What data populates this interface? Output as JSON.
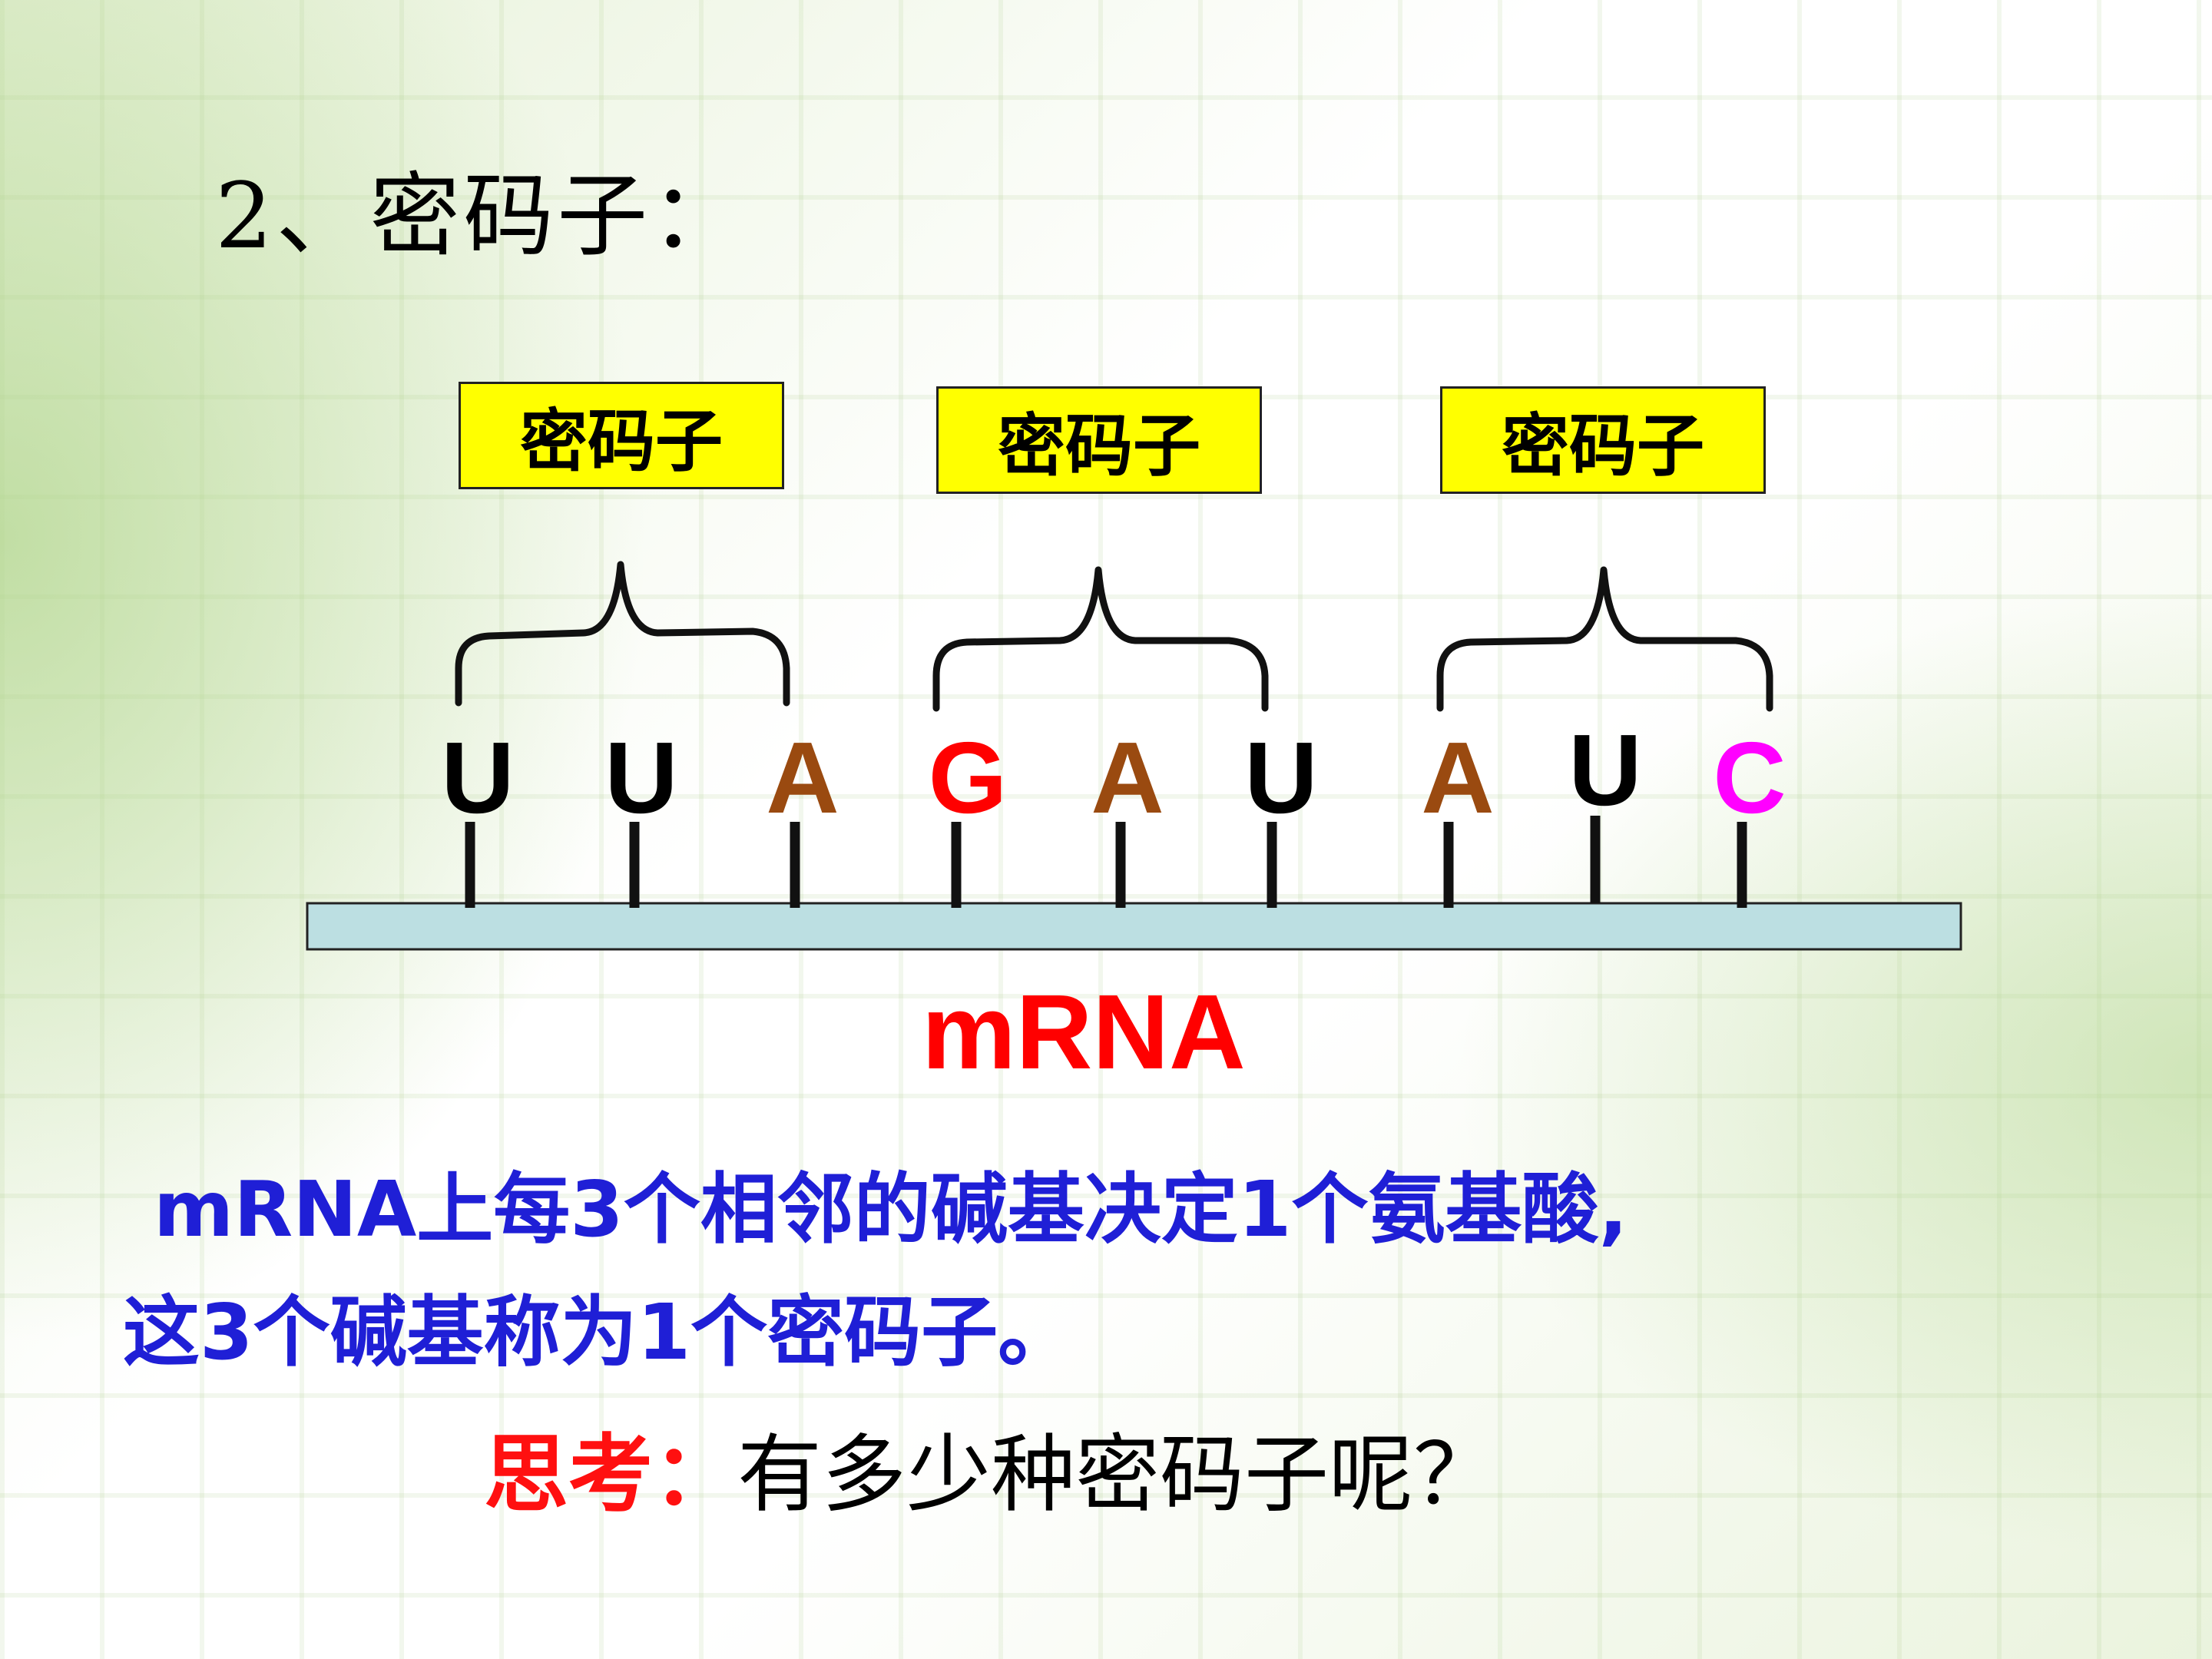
{
  "heading": "2、密码子：",
  "codon_labels": [
    "密码子",
    "密码子",
    "密码子"
  ],
  "bases": [
    {
      "letter": "U",
      "color": "#000000"
    },
    {
      "letter": "U",
      "color": "#000000"
    },
    {
      "letter": "A",
      "color": "#9a4a10"
    },
    {
      "letter": "G",
      "color": "#ff0000"
    },
    {
      "letter": "A",
      "color": "#9a4a10"
    },
    {
      "letter": "U",
      "color": "#000000"
    },
    {
      "letter": "A",
      "color": "#9a4a10"
    },
    {
      "letter": "U",
      "color": "#000000"
    },
    {
      "letter": "C",
      "color": "#ff00ff"
    }
  ],
  "strand_label": "mRNA",
  "description": {
    "line1": "mRNA上每3个相邻的碱基决定1个氨基酸,",
    "line2": "这3个碱基称为1个密码子。"
  },
  "question": {
    "prefix": "思考：",
    "text": "有多少种密码子呢？"
  },
  "colors": {
    "strand_fill": "#bcdfe2",
    "codon_box_fill": "#ffff00",
    "description_text": "#1f1fd6",
    "mrna_label": "#ff0000"
  }
}
